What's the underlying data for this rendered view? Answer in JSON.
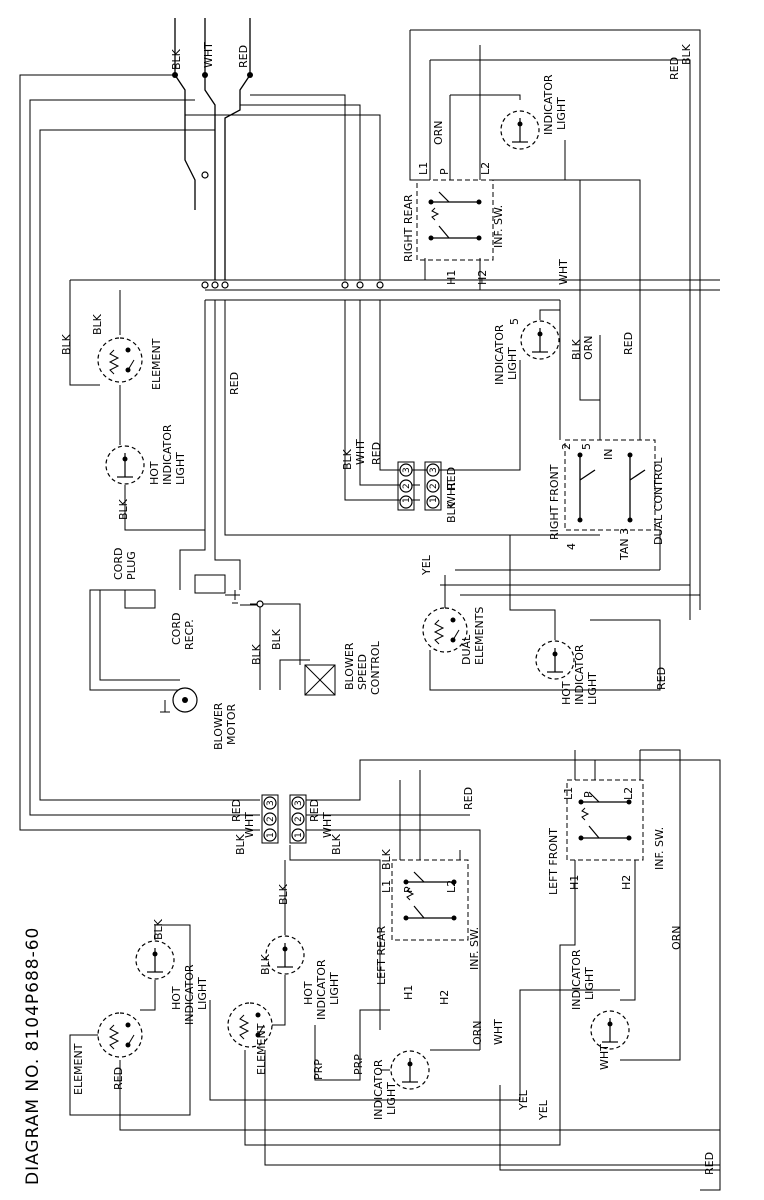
{
  "diagram_title": "DIAGRAM NO. 8104P688-60",
  "wires": {
    "blk": "BLK",
    "wht": "WHT",
    "red": "RED",
    "orn": "ORN",
    "yel": "YEL",
    "prp": "PRP",
    "tan": "TAN"
  },
  "terminal_numbers": [
    "1",
    "2",
    "3",
    "4",
    "5"
  ],
  "switch_terminals": {
    "l1": "L1",
    "l2": "L2",
    "h1": "H1",
    "h2": "H2",
    "p": "P",
    "in": "IN"
  },
  "right_rear": {
    "name": "RIGHT REAR",
    "switch": "INF. SW.",
    "indicator": [
      "INDICATOR",
      "LIGHT"
    ],
    "element": "ELEMENT",
    "hot_indicator": [
      "HOT",
      "INDICATOR",
      "LIGHT"
    ]
  },
  "right_front": {
    "name": "RIGHT FRONT",
    "control": "DUAL CONTROL",
    "indicator": [
      "INDICATOR",
      "LIGHT"
    ],
    "elements": [
      "DUAL",
      "ELEMENTS"
    ],
    "hot_indicator": [
      "HOT",
      "INDICATOR",
      "LIGHT"
    ],
    "tan_label": "TAN 3"
  },
  "left_rear": {
    "name": "LEFT REAR",
    "switch": "INF. SW.",
    "indicator": [
      "INDICATOR",
      "LIGHT"
    ],
    "element": "ELEMENT",
    "hot_indicator": [
      "HOT",
      "INDICATOR",
      "LIGHT"
    ]
  },
  "left_front": {
    "name": "LEFT FRONT",
    "switch": "INF. SW.",
    "indicator": [
      "INDICATOR",
      "LIGHT"
    ],
    "element": "ELEMENT",
    "hot_indicator": [
      "HOT",
      "INDICATOR",
      "LIGHT"
    ]
  },
  "components": {
    "cord_plug": [
      "CORD",
      "PLUG"
    ],
    "cord_recp": [
      "CORD",
      "RECP."
    ],
    "blower_motor": [
      "BLOWER",
      "MOTOR"
    ],
    "blower_speed_control": [
      "BLOWER",
      "SPEED",
      "CONTROL"
    ]
  }
}
